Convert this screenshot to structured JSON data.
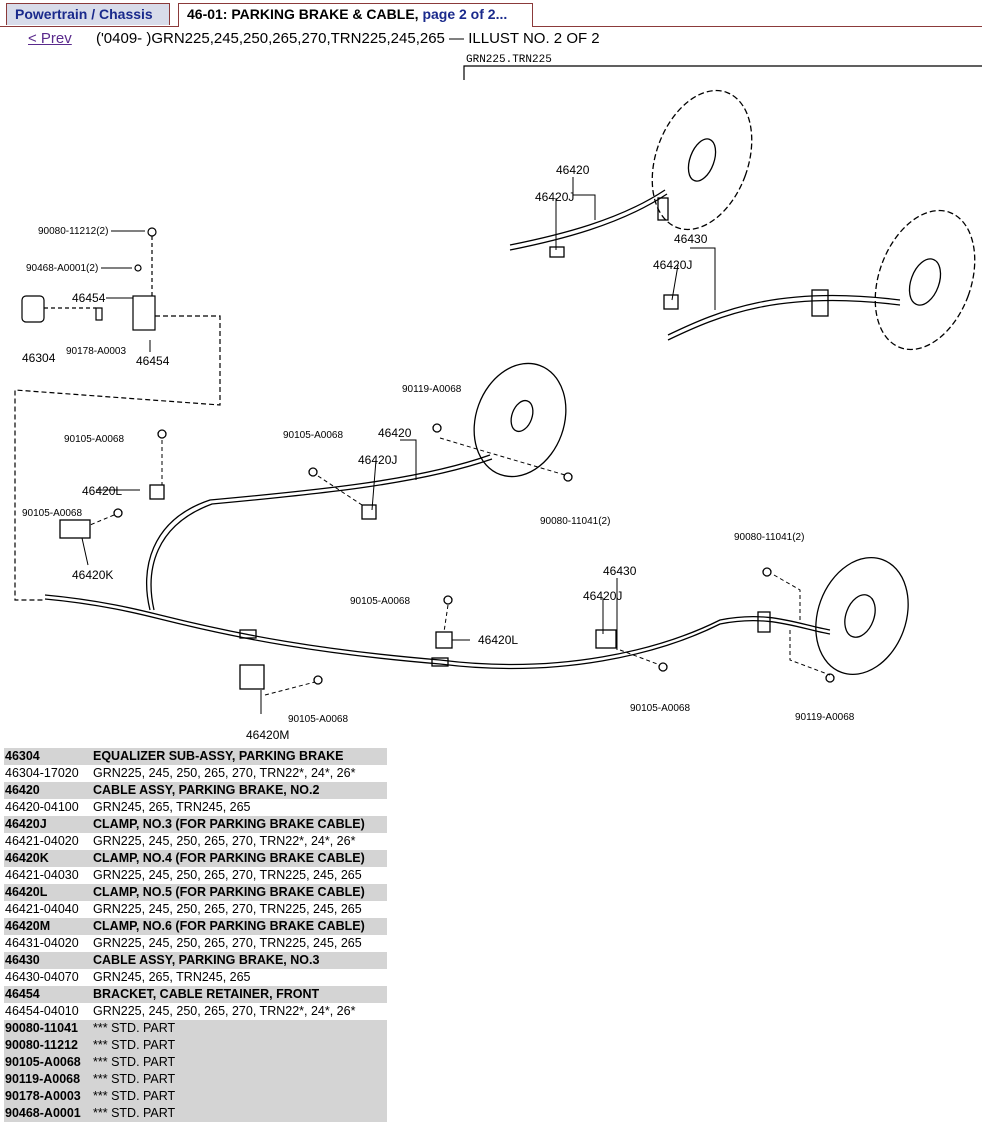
{
  "tabs": [
    {
      "label": "Powertrain / Chassis"
    },
    {
      "label": "46-01: PARKING BRAKE & CABLE,",
      "page": "page 2 of 2..."
    }
  ],
  "nav": {
    "prev": "< Prev",
    "description": "('0409-      )GRN225,245,250,265,270,TRN225,245,265 — ILLUST NO. 2 OF 2"
  },
  "diagram": {
    "model_label": "GRN225.TRN225",
    "labels": {
      "l1": "90080-11212(2)",
      "l2": "90468-A0001(2)",
      "l3": "46454",
      "l4": "90178-A0003",
      "l5": "46304",
      "l6": "46454",
      "l7": "46420",
      "l8": "46420J",
      "l9": "46430",
      "l10": "46420J",
      "l11": "90119-A0068",
      "l12": "90105-A0068",
      "l13": "90105-A0068",
      "l14": "46420",
      "l15": "46420J",
      "l16": "46420L",
      "l17": "90080-11041(2)",
      "l18": "90105-A0068",
      "l19": "46420K",
      "l20": "90080-11041(2)",
      "l21": "46430",
      "l22": "46420J",
      "l23": "90105-A0068",
      "l24": "46420L",
      "l25": "90105-A0068",
      "l26": "46420M",
      "l27": "90105-A0068",
      "l28": "90119-A0068"
    }
  },
  "parts": [
    {
      "type": "head",
      "code": "46304",
      "desc": "EQUALIZER SUB-ASSY, PARKING BRAKE"
    },
    {
      "type": "sub",
      "code": "46304-17020",
      "desc": "GRN225, 245, 250, 265, 270, TRN22*, 24*, 26*"
    },
    {
      "type": "head",
      "code": "46420",
      "desc": "CABLE ASSY, PARKING BRAKE, NO.2"
    },
    {
      "type": "sub",
      "code": "46420-04100",
      "desc": "GRN245, 265, TRN245, 265"
    },
    {
      "type": "head",
      "code": "46420J",
      "desc": "CLAMP, NO.3 (FOR PARKING BRAKE CABLE)"
    },
    {
      "type": "sub",
      "code": "46421-04020",
      "desc": "GRN225, 245, 250, 265, 270, TRN22*, 24*, 26*"
    },
    {
      "type": "head",
      "code": "46420K",
      "desc": "CLAMP, NO.4 (FOR PARKING BRAKE CABLE)"
    },
    {
      "type": "sub",
      "code": "46421-04030",
      "desc": "GRN225, 245, 250, 265, 270, TRN225, 245, 265"
    },
    {
      "type": "head",
      "code": "46420L",
      "desc": "CLAMP, NO.5 (FOR PARKING BRAKE CABLE)"
    },
    {
      "type": "sub",
      "code": "46421-04040",
      "desc": "GRN225, 245, 250, 265, 270, TRN225, 245, 265"
    },
    {
      "type": "head",
      "code": "46420M",
      "desc": "CLAMP, NO.6 (FOR PARKING BRAKE CABLE)"
    },
    {
      "type": "sub",
      "code": "46431-04020",
      "desc": "GRN225, 245, 250, 265, 270, TRN225, 245, 265"
    },
    {
      "type": "head",
      "code": "46430",
      "desc": "CABLE ASSY, PARKING BRAKE, NO.3"
    },
    {
      "type": "sub",
      "code": "46430-04070",
      "desc": "GRN245, 265, TRN245, 265"
    },
    {
      "type": "head",
      "code": "46454",
      "desc": "BRACKET, CABLE RETAINER, FRONT"
    },
    {
      "type": "sub",
      "code": "46454-04010",
      "desc": "GRN225, 245, 250, 265, 270, TRN22*, 24*, 26*"
    },
    {
      "type": "std",
      "code": "90080-11041",
      "desc": "*** STD. PART"
    },
    {
      "type": "std",
      "code": "90080-11212",
      "desc": "*** STD. PART"
    },
    {
      "type": "std",
      "code": "90105-A0068",
      "desc": "*** STD. PART"
    },
    {
      "type": "std",
      "code": "90119-A0068",
      "desc": "*** STD. PART"
    },
    {
      "type": "std",
      "code": "90178-A0003",
      "desc": "*** STD. PART"
    },
    {
      "type": "std",
      "code": "90468-A0001",
      "desc": "*** STD. PART"
    }
  ]
}
